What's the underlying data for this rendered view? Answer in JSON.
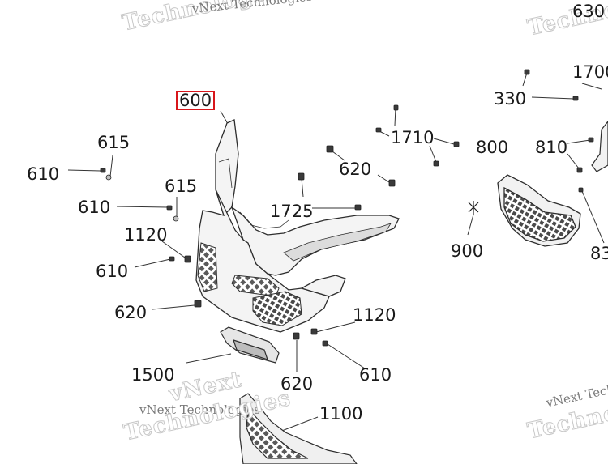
{
  "watermarks": {
    "small": "vNext Technologies",
    "big_a": "Technologies",
    "big_b": "vNext",
    "big_c": "Technologies"
  },
  "callouts": {
    "c600": "600",
    "c615a": "615",
    "c610a": "610",
    "c615b": "615",
    "c610b": "610",
    "c1120a": "1120",
    "c610c": "610",
    "c620a": "620",
    "c1500": "1500",
    "c620b": "620",
    "c1120b": "1120",
    "c610d": "610",
    "c1100": "1100",
    "c1725": "1725",
    "c620c": "620",
    "c1710": "1710",
    "c330": "330",
    "c800": "800",
    "c810": "810",
    "c900": "900",
    "c630": "630",
    "c1700": "1700",
    "c83": "83"
  },
  "highlight": {
    "part": "600",
    "color": "#d8161b"
  },
  "icons": [
    "fastener-screw-icon",
    "clip-icon",
    "push-rivet-icon"
  ]
}
